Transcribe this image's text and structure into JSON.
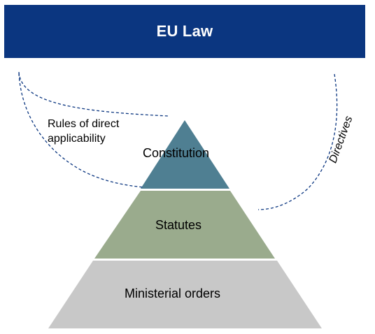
{
  "banner": {
    "title": "EU Law"
  },
  "pyramid": {
    "levels": [
      {
        "label": "Constitution",
        "color": "#4f7f92"
      },
      {
        "label": "Statutes",
        "color": "#9aab8d"
      },
      {
        "label": "Ministerial orders",
        "color": "#c8c8c8"
      }
    ]
  },
  "annotations": {
    "left_arrow": "Rules of direct applicability",
    "right_arrow": "Directives"
  },
  "colors": {
    "banner": "#0b3680",
    "connector": "#0b3680"
  }
}
